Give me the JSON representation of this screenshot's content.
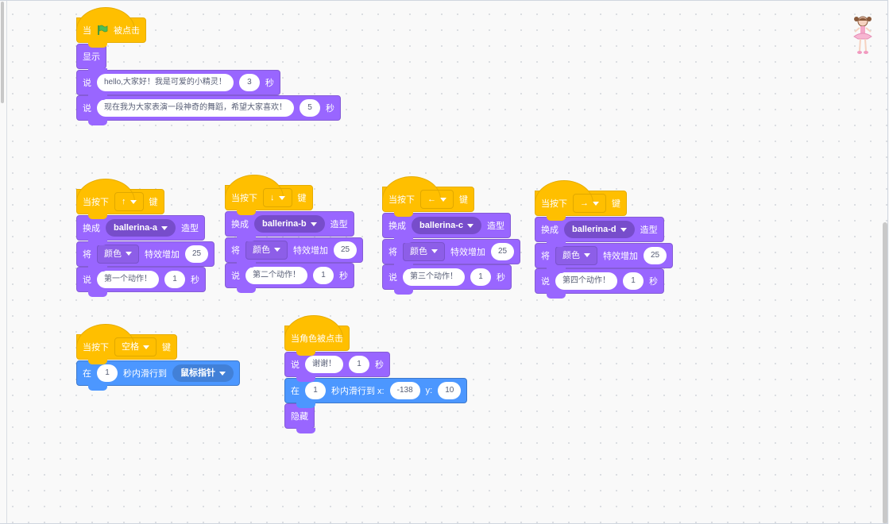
{
  "scripts": [
    {
      "blocks": [
        {
          "cat": "event",
          "parts": [
            {
              "t": "当"
            },
            {
              "f": "green-flag"
            },
            {
              "t": "被点击"
            }
          ]
        },
        {
          "cat": "looks",
          "parts": [
            {
              "t": "显示"
            }
          ]
        },
        {
          "cat": "looks",
          "parts": [
            {
              "t": "说"
            },
            {
              "i": "hello,大家好！我是可爱的小精灵！"
            },
            {
              "i": "3"
            },
            {
              "t": "秒"
            }
          ]
        },
        {
          "cat": "looks",
          "parts": [
            {
              "t": "说"
            },
            {
              "i": "现在我为大家表演一段神奇的舞蹈，希望大家喜欢！"
            },
            {
              "i": "5"
            },
            {
              "t": "秒"
            }
          ]
        }
      ]
    },
    {
      "blocks": [
        {
          "cat": "event",
          "parts": [
            {
              "t": "当按下"
            },
            {
              "d": "↑"
            },
            {
              "t": "键"
            }
          ]
        },
        {
          "cat": "looks",
          "parts": [
            {
              "t": "换成"
            },
            {
              "r": "ballerina-a"
            },
            {
              "t": "造型"
            }
          ]
        },
        {
          "cat": "looks",
          "parts": [
            {
              "t": "将"
            },
            {
              "d": "颜色"
            },
            {
              "t": "特效增加"
            },
            {
              "i": "25"
            }
          ]
        },
        {
          "cat": "looks",
          "parts": [
            {
              "t": "说"
            },
            {
              "i": "第一个动作！"
            },
            {
              "i": "1"
            },
            {
              "t": "秒"
            }
          ]
        }
      ]
    },
    {
      "blocks": [
        {
          "cat": "event",
          "parts": [
            {
              "t": "当按下"
            },
            {
              "d": "↓"
            },
            {
              "t": "键"
            }
          ]
        },
        {
          "cat": "looks",
          "parts": [
            {
              "t": "换成"
            },
            {
              "r": "ballerina-b"
            },
            {
              "t": "造型"
            }
          ]
        },
        {
          "cat": "looks",
          "parts": [
            {
              "t": "将"
            },
            {
              "d": "颜色"
            },
            {
              "t": "特效增加"
            },
            {
              "i": "25"
            }
          ]
        },
        {
          "cat": "looks",
          "parts": [
            {
              "t": "说"
            },
            {
              "i": "第二个动作！"
            },
            {
              "i": "1"
            },
            {
              "t": "秒"
            }
          ]
        }
      ]
    },
    {
      "blocks": [
        {
          "cat": "event",
          "parts": [
            {
              "t": "当按下"
            },
            {
              "d": "←"
            },
            {
              "t": "键"
            }
          ]
        },
        {
          "cat": "looks",
          "parts": [
            {
              "t": "换成"
            },
            {
              "r": "ballerina-c"
            },
            {
              "t": "造型"
            }
          ]
        },
        {
          "cat": "looks",
          "parts": [
            {
              "t": "将"
            },
            {
              "d": "颜色"
            },
            {
              "t": "特效增加"
            },
            {
              "i": "25"
            }
          ]
        },
        {
          "cat": "looks",
          "parts": [
            {
              "t": "说"
            },
            {
              "i": "第三个动作！"
            },
            {
              "i": "1"
            },
            {
              "t": "秒"
            }
          ]
        }
      ]
    },
    {
      "blocks": [
        {
          "cat": "event",
          "parts": [
            {
              "t": "当按下"
            },
            {
              "d": "→"
            },
            {
              "t": "键"
            }
          ]
        },
        {
          "cat": "looks",
          "parts": [
            {
              "t": "换成"
            },
            {
              "r": "ballerina-d"
            },
            {
              "t": "造型"
            }
          ]
        },
        {
          "cat": "looks",
          "parts": [
            {
              "t": "将"
            },
            {
              "d": "颜色"
            },
            {
              "t": "特效增加"
            },
            {
              "i": "25"
            }
          ]
        },
        {
          "cat": "looks",
          "parts": [
            {
              "t": "说"
            },
            {
              "i": "第四个动作！"
            },
            {
              "i": "1"
            },
            {
              "t": "秒"
            }
          ]
        }
      ]
    },
    {
      "blocks": [
        {
          "cat": "event",
          "parts": [
            {
              "t": "当按下"
            },
            {
              "d": "空格"
            },
            {
              "t": "键"
            }
          ]
        },
        {
          "cat": "motion",
          "parts": [
            {
              "t": "在"
            },
            {
              "i": "1"
            },
            {
              "t": "秒内滑行到"
            },
            {
              "r": "鼠标指针"
            }
          ]
        }
      ]
    },
    {
      "blocks": [
        {
          "cat": "event",
          "parts": [
            {
              "t": "当角色被点击"
            }
          ]
        },
        {
          "cat": "looks",
          "parts": [
            {
              "t": "说"
            },
            {
              "i": "谢谢！"
            },
            {
              "i": "1"
            },
            {
              "t": "秒"
            }
          ]
        },
        {
          "cat": "motion",
          "parts": [
            {
              "t": "在"
            },
            {
              "i": "1"
            },
            {
              "t": "秒内滑行到 x:"
            },
            {
              "i": "-138"
            },
            {
              "t": "y:"
            },
            {
              "i": "10"
            }
          ]
        },
        {
          "cat": "looks",
          "parts": [
            {
              "t": "隐藏"
            }
          ]
        }
      ]
    }
  ],
  "colors": {
    "event": "#ffbf00",
    "looks": "#9966ff",
    "motion": "#4c97ff"
  }
}
